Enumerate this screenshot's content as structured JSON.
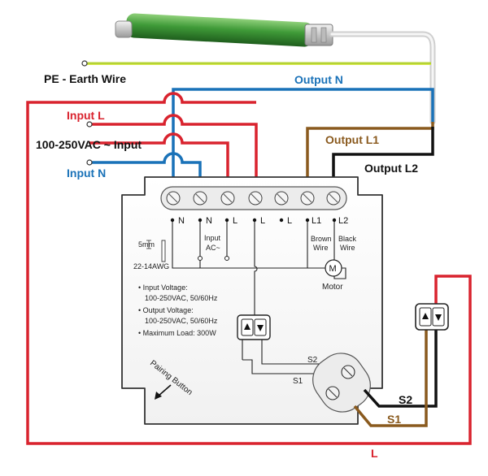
{
  "labels": {
    "pe_earth": "PE - Earth Wire",
    "output_n": "Output N",
    "input_l": "Input L",
    "input_range": "100-250VAC ~ Input",
    "input_n": "Input N",
    "output_l1": "Output L1",
    "output_l2": "Output L2",
    "s1": "S1",
    "s2": "S2",
    "l_bottom": "L"
  },
  "module": {
    "terminals": [
      "N",
      "N",
      "L",
      "L",
      "L",
      "L1",
      "L2"
    ],
    "input_ac_1": "Input",
    "input_ac_2": "AC~",
    "brown_1": "Brown",
    "brown_2": "Wire",
    "black_1": "Black",
    "black_2": "Wire",
    "motor_symbol": "M",
    "motor_label": "Motor",
    "wire_strip": "5mm",
    "wire_gauge": "22-14AWG",
    "specs": [
      "• Input Voltage:",
      "100-250VAC, 50/60Hz",
      "• Output Voltage:",
      "100-250VAC, 50/60Hz",
      "• Maximum Load: 300W"
    ],
    "pairing_button": "Pairing Button",
    "s1": "S1",
    "s2": "S2"
  },
  "colors": {
    "red": "#d9232e",
    "blue": "#1a72b8",
    "brown": "#8a5a1e",
    "black": "#111111",
    "earth": "#b5d334",
    "motor_tube": "#4a9a3c"
  }
}
